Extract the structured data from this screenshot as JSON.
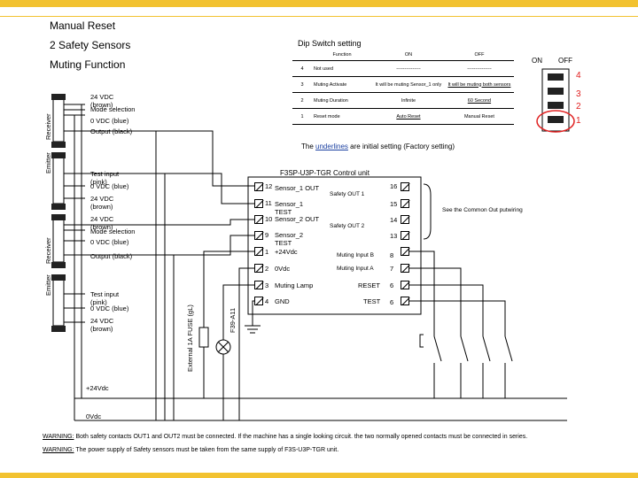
{
  "header": {
    "title": "Manual Reset",
    "subtitle": "2 Safety Sensors",
    "function": "Muting Function"
  },
  "dip_switch": {
    "heading": "Dip Switch setting",
    "col_function": "Function",
    "col_on": "ON",
    "col_off": "OFF",
    "rows": [
      {
        "num": "4",
        "function": "Not used",
        "on": "---------------",
        "off": "---------------"
      },
      {
        "num": "3",
        "function": "Muting Activate",
        "on": "It will be muting Sensor_1 only",
        "off": "It will be muting both sensors"
      },
      {
        "num": "2",
        "function": "Muting Duration",
        "on": "Infinite",
        "off": "60 Second"
      },
      {
        "num": "1",
        "function": "Reset mode",
        "on": "Auto Reset",
        "off": "Manual Reset"
      }
    ],
    "legend_on": "ON",
    "legend_off": "OFF",
    "switch_numbers": [
      "4",
      "3",
      "2",
      "1"
    ],
    "note_prefix": "The ",
    "note_underlined": "underlines",
    "note_suffix": " are initial setting (Factory setting)"
  },
  "sensor1": {
    "receiver": "Receiver",
    "emitter": "Emitter",
    "rx_24v": "24 VDC (brown)",
    "rx_mode": "Mode selection",
    "rx_0v": "0 VDC (blue)",
    "rx_out": "Output (black)",
    "tx_test": "Test input (pink)",
    "tx_0v": "0 VDC (blue)",
    "tx_24v": "24 VDC (brown)"
  },
  "sensor2": {
    "receiver": "Receiver",
    "emitter": "Emitter",
    "rx_24v": "24 VDC (brown)",
    "rx_mode": "Mode selection",
    "rx_0v": "0 VDC (blue)",
    "rx_out": "Output (black)",
    "tx_test": "Test input (pink)",
    "tx_0v": "0 VDC (blue)",
    "tx_24v": "24 VDC (brown)"
  },
  "control_unit": {
    "title": "F3SP-U3P-TGR Control unit",
    "left_terminals": [
      {
        "num": "12",
        "label": "Sensor_1 OUT"
      },
      {
        "num": "11",
        "label": "Sensor_1 TEST"
      },
      {
        "num": "10",
        "label": "Sensor_2 OUT"
      },
      {
        "num": "9",
        "label": "Sensor_2 TEST"
      },
      {
        "num": "1",
        "label": "+24Vdc"
      },
      {
        "num": "2",
        "label": "0Vdc"
      },
      {
        "num": "3",
        "label": "Muting Lamp"
      },
      {
        "num": "4",
        "label": "GND"
      }
    ],
    "right_terminals": [
      {
        "num": "16",
        "label": ""
      },
      {
        "num": "15",
        "label": ""
      },
      {
        "num": "14",
        "label": ""
      },
      {
        "num": "13",
        "label": ""
      },
      {
        "num": "8",
        "label": "Muting Input B"
      },
      {
        "num": "7",
        "label": "Muting Input A"
      },
      {
        "num": "6",
        "label": "RESET"
      },
      {
        "num": "6",
        "label": "TEST"
      }
    ],
    "safety_out1": "Safety OUT 1",
    "safety_out2": "Safety OUT 2",
    "common_note": "See the Common Out putwiring"
  },
  "components": {
    "fuse": "External 1A FUSE (gL)",
    "lamp": "F39-A11"
  },
  "rails": {
    "plus": "+24Vdc",
    "minus": "0Vdc"
  },
  "warnings": {
    "w1_label": "WARNING:",
    "w1_text": " Both safety contacts OUT1 and OUT2 must be connected. If the machine has a single looking circuit. the two normally opened contacts must be connected in series.",
    "w2_label": "WARNING:",
    "w2_text": " The power supply of Safety sensors must be taken from the same supply of F3S-U3P-TGR unit."
  },
  "colors": {
    "accent": "#f2c230",
    "highlight": "#e02020"
  }
}
